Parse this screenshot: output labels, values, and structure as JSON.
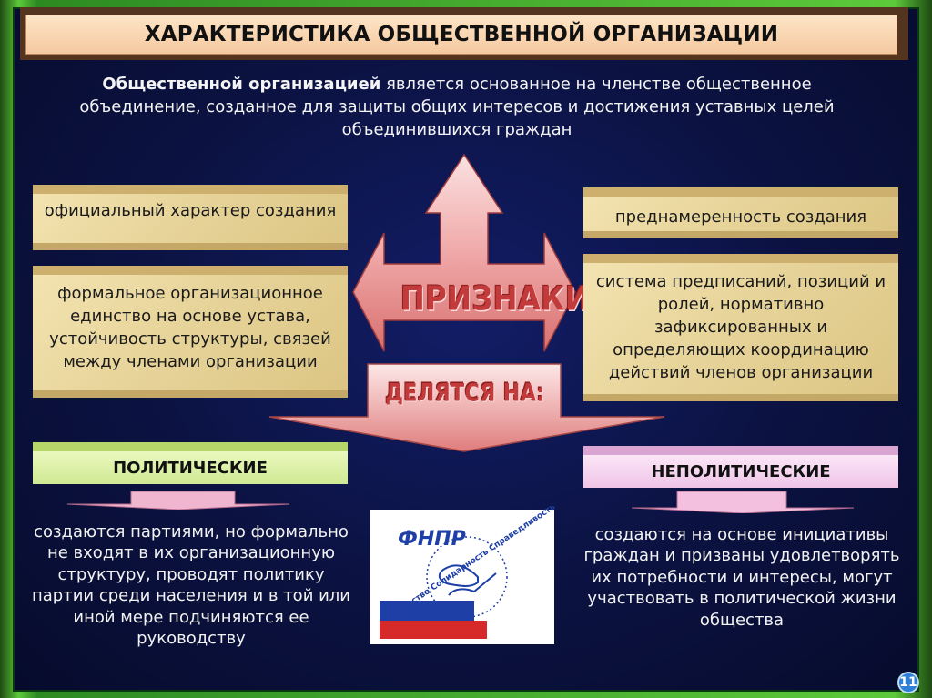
{
  "title": "ХАРАКТЕРИСТИКА ОБЩЕСТВЕННОЙ ОРГАНИЗАЦИИ",
  "definition": {
    "bold": "Общественной организацией",
    "line1_rest": " является основанное на членстве общественное",
    "line2": "объединение, созданное для защиты общих интересов и достижения уставных целей",
    "line3": "объединившихся граждан"
  },
  "signs_label": "ПРИЗНАКИ",
  "divided_label": "ДЕЛЯТСЯ НА:",
  "features": {
    "left": [
      "официальный характер создания",
      "формальное организационное единство на основе устава, устойчивость структуры, связей между членами организации"
    ],
    "right": [
      "преднамеренность создания",
      "система предписаний, позиций и ролей, нормативно зафиксированных и определяющих координацию действий членов организации"
    ]
  },
  "categories": {
    "political": {
      "label": "ПОЛИТИЧЕСКИЕ",
      "description": "создаются партиями, но формально не входят в их организационную структуру, проводят политику партии среди населения и в той или иной мере подчиняются ее руководству"
    },
    "nonpolitical": {
      "label": "НЕПОЛИТИЧЕСКИЕ",
      "description": "создаются на основе инициативы граждан и призваны удовлетворять их потребности и интересы, могут участвовать в политической жизни общества"
    }
  },
  "logo": {
    "abbr": "ФНПР",
    "motto": "Единство Солидарность Справедливость"
  },
  "page_number": "11",
  "colors": {
    "accent_red": "#c23a3a",
    "political_green": "#d8f0a0",
    "nonpolitical_pink": "#f4d2ee"
  }
}
